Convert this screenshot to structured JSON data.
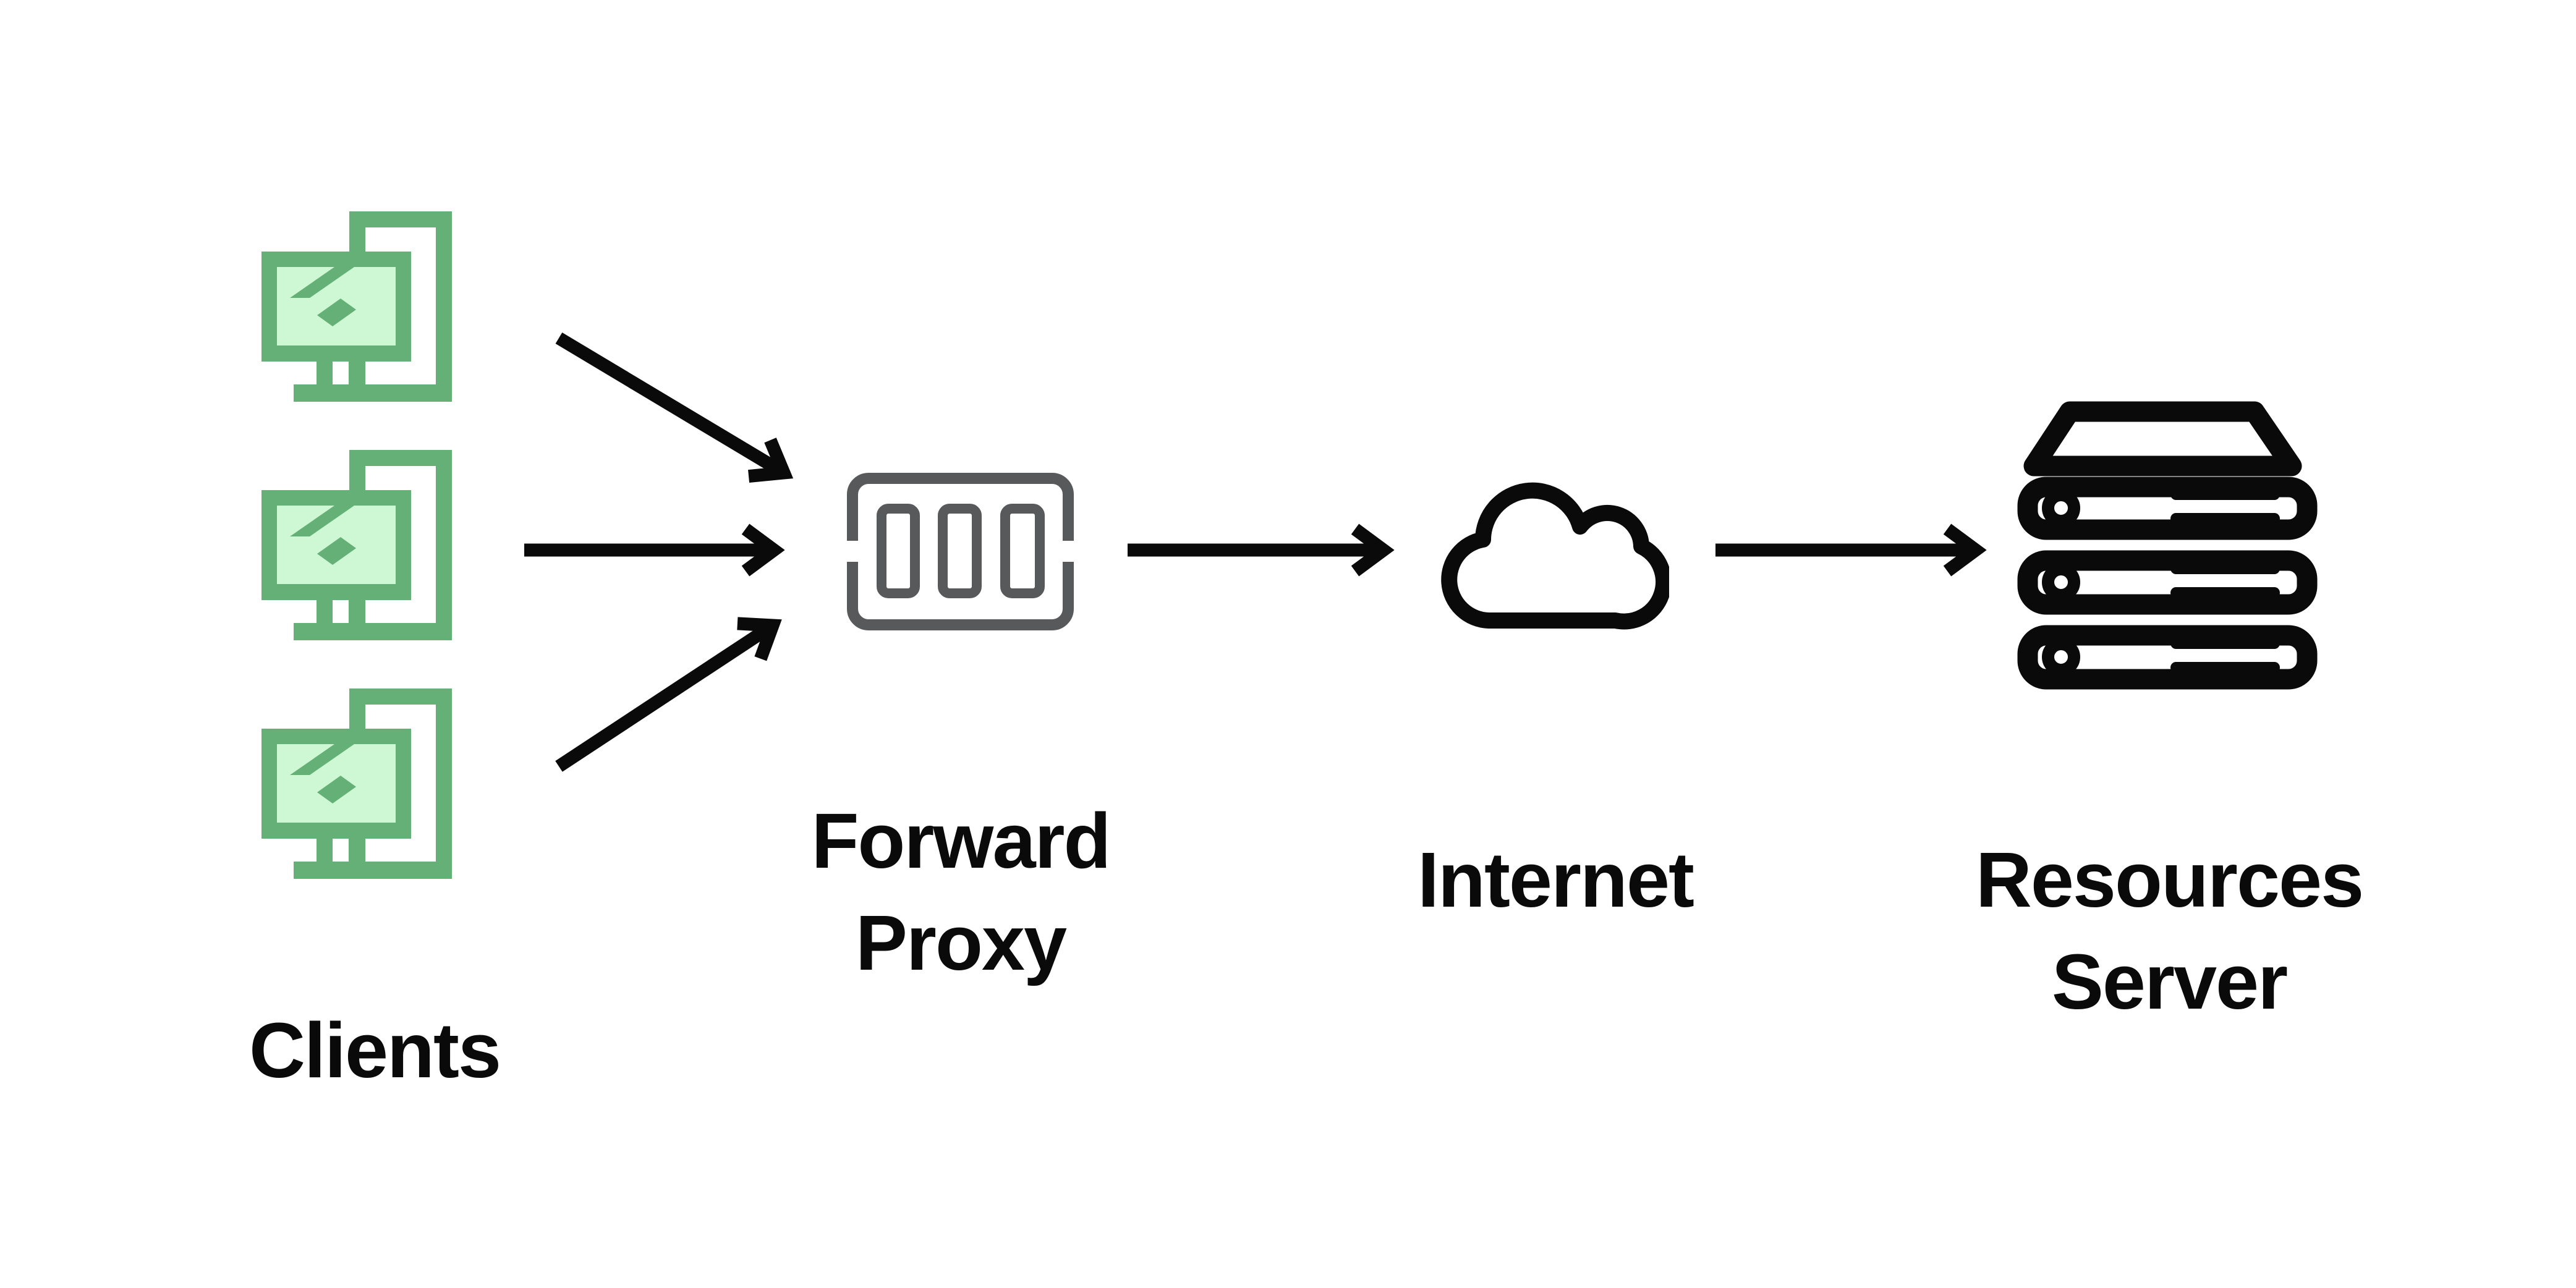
{
  "diagram_title": "Forward Proxy network flow diagram",
  "colors": {
    "background": "#ffffff",
    "client_green": "#65B077",
    "client_screen_light": "#CDF8D3",
    "proxy_gray": "#58595A",
    "ink_black": "#0A0A0A"
  },
  "nodes": {
    "clients": {
      "label": "Clients",
      "icon": "client-workstation-icon",
      "count": 3
    },
    "forward_proxy": {
      "label_lines": [
        "Forward",
        "Proxy"
      ],
      "icon": "proxy-module-icon"
    },
    "internet": {
      "label": "Internet",
      "icon": "cloud-icon"
    },
    "resources_server": {
      "label_lines": [
        "Resources",
        "Server"
      ],
      "icon": "server-stack-icon"
    }
  },
  "arrows": [
    {
      "from": "client-1",
      "to": "forward-proxy"
    },
    {
      "from": "client-2",
      "to": "forward-proxy"
    },
    {
      "from": "client-3",
      "to": "forward-proxy"
    },
    {
      "from": "forward-proxy",
      "to": "internet"
    },
    {
      "from": "internet",
      "to": "resources-server"
    }
  ]
}
